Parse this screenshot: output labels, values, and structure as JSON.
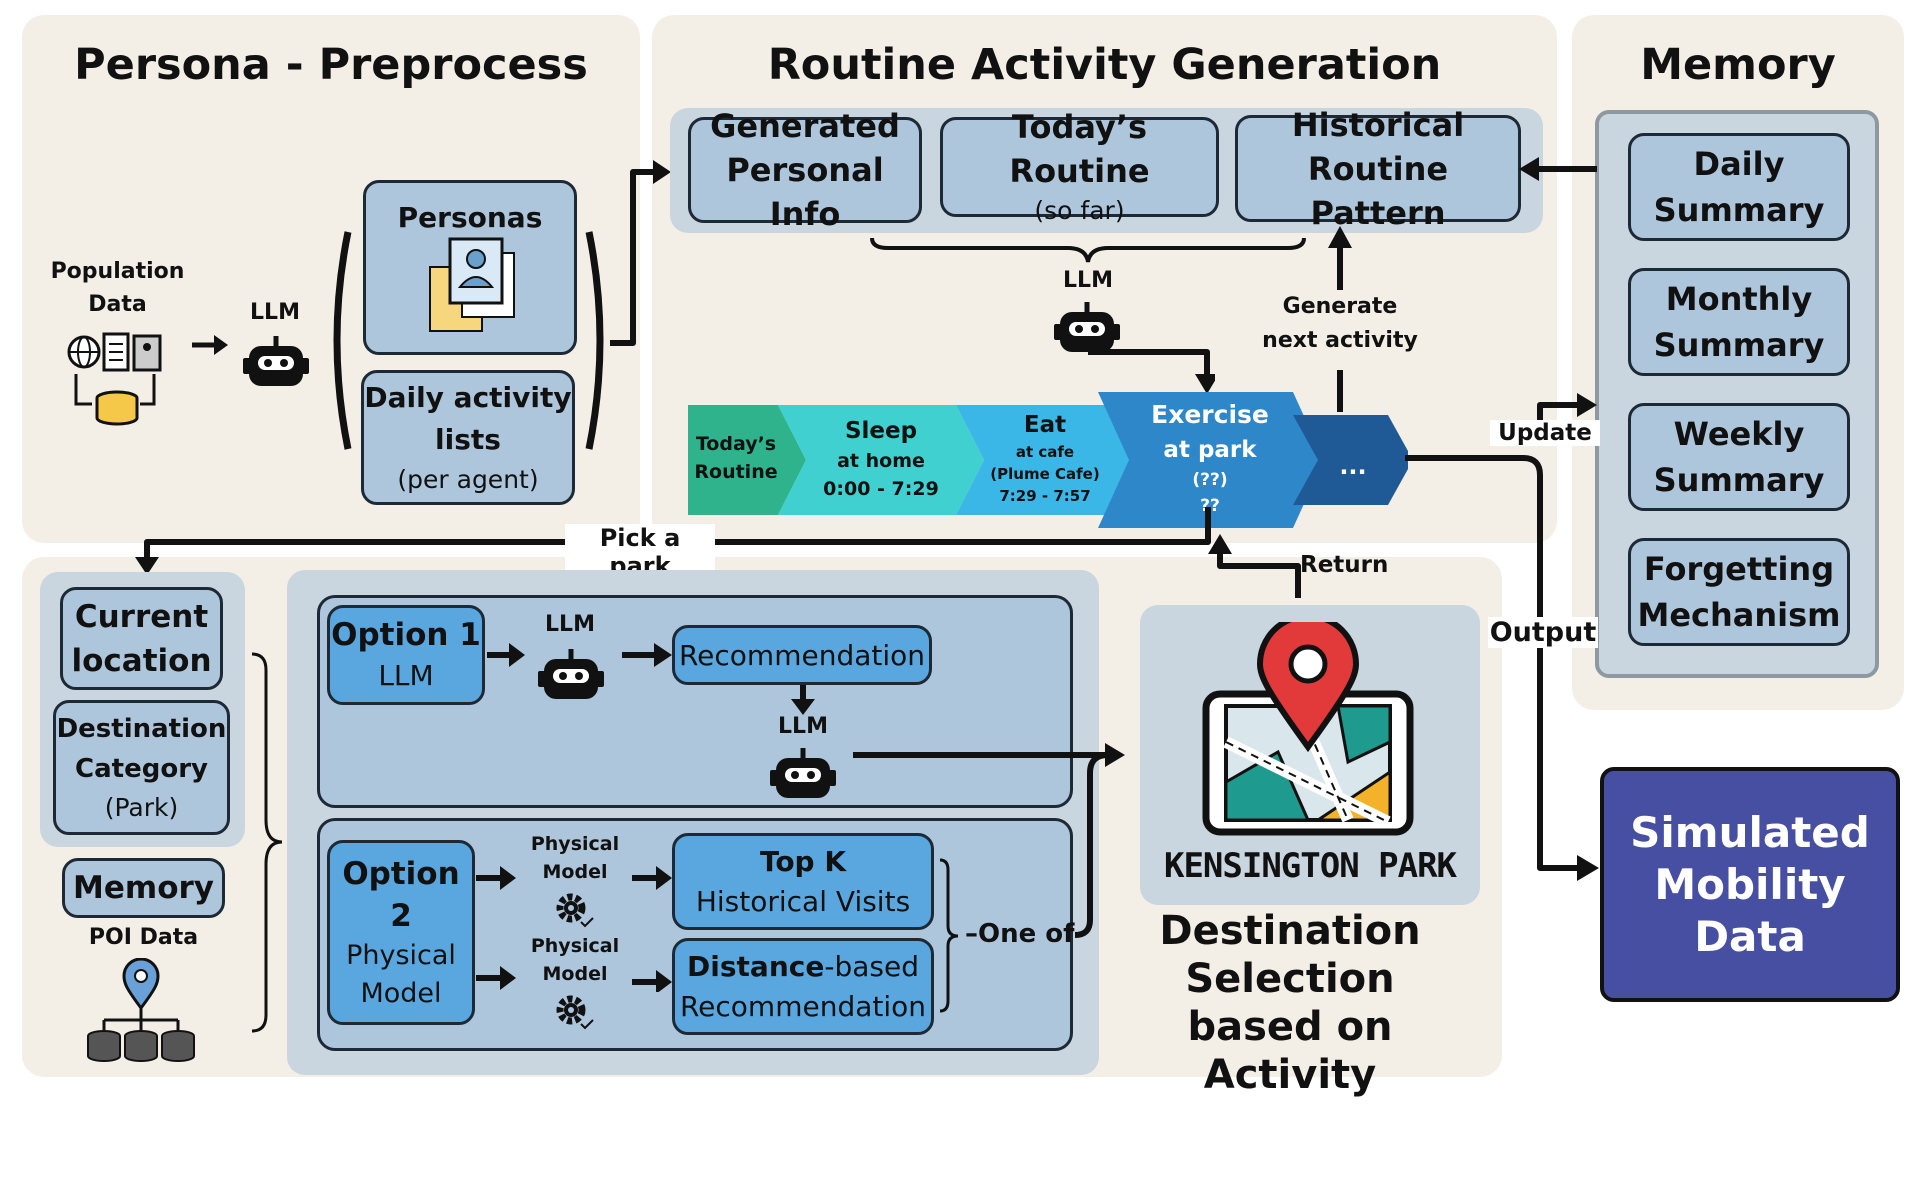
{
  "sections": {
    "persona_title": "Persona - Preprocess",
    "routine_title": "Routine Activity Generation",
    "memory_title": "Memory",
    "destination_title_lines": [
      "Destination",
      "Selection",
      "based on Activity"
    ]
  },
  "persona": {
    "population_data": [
      "Population",
      "Data"
    ],
    "llm": "LLM",
    "personas_label": "Personas",
    "daily_activity": [
      "Daily activity",
      "lists"
    ],
    "per_agent": "(per agent)"
  },
  "routine": {
    "generated_info": [
      "Generated",
      "Personal Info"
    ],
    "todays_routine": "Today’s Routine",
    "so_far": "(so far)",
    "historical": [
      "Historical",
      "Routine Pattern"
    ],
    "llm": "LLM",
    "generate_next": [
      "Generate",
      "next activity"
    ],
    "timeline": [
      {
        "lines": [
          "Today’s",
          "Routine"
        ],
        "color": "#2fb38c"
      },
      {
        "lines": [
          "Sleep",
          "at home",
          "0:00 - 7:29"
        ],
        "color": "#40d0cf"
      },
      {
        "lines": [
          "Eat",
          "at cafe",
          "(Plume Cafe)",
          "7:29 - 7:57"
        ],
        "color": "#3ab7e6"
      },
      {
        "lines": [
          "Exercise",
          "at park",
          "(??)",
          "??"
        ],
        "color": "#2d87c8"
      },
      {
        "lines": [
          "..."
        ],
        "color": "#1f5a96"
      }
    ]
  },
  "memory": {
    "items": [
      [
        "Daily",
        "Summary"
      ],
      [
        "Monthly",
        "Summary"
      ],
      [
        "Weekly",
        "Summary"
      ],
      [
        "Forgetting",
        "Mechanism"
      ]
    ],
    "update": "Update",
    "output": "Output"
  },
  "simulated": [
    "Simulated",
    "Mobility",
    "Data"
  ],
  "destination": {
    "pick_park": "Pick a park",
    "return": "Return",
    "current_location": [
      "Current",
      "location"
    ],
    "destination_category": [
      "Destination",
      "Category"
    ],
    "park": "(Park)",
    "memory": "Memory",
    "poi_data": "POI Data",
    "option1": "Option 1",
    "option1_sub": "LLM",
    "llm": "LLM",
    "recommendation": "Recommendation",
    "option2": [
      "Option",
      "2"
    ],
    "option2_sub": [
      "Physical",
      "Model"
    ],
    "physical_model": [
      "Physical",
      "Model"
    ],
    "topk": "Top K",
    "historical_visits": "Historical Visits",
    "distance_based": "Distance",
    "distance_based_suffix": "-based",
    "recommendation2": "Recommendation",
    "one_of": "One of",
    "kensington": "KENSINGTON PARK"
  }
}
